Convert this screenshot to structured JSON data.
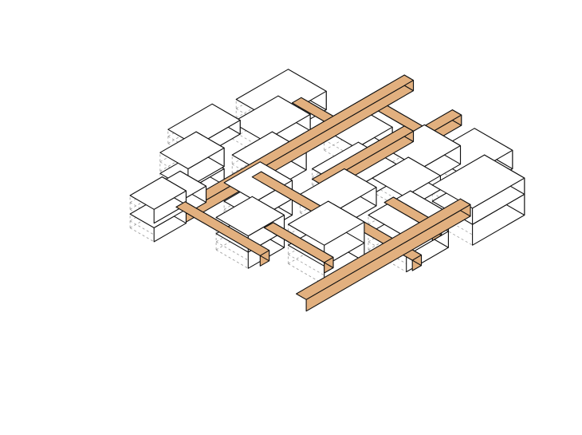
{
  "diagram": {
    "kind": "isometric-axonometric",
    "colors": {
      "background": "#ffffff",
      "box_fill": "#ffffff",
      "box_stroke": "#111111",
      "beam_fill": "#e2b07f",
      "beam_stroke": "#111111",
      "hidden_line": "#9a9a9a"
    },
    "boxes": [
      {
        "id": "b01",
        "x": 1.0,
        "y": 4.3,
        "z": 1.4,
        "w": 1.6,
        "d": 1.2,
        "h": 0.6
      },
      {
        "id": "b02",
        "x": 1.0,
        "y": 4.3,
        "z": 0.6,
        "w": 1.6,
        "d": 1.2,
        "h": 0.6
      },
      {
        "id": "b03",
        "x": 2.2,
        "y": 4.1,
        "z": 0.9,
        "w": 1.5,
        "d": 1.3,
        "h": 0.7
      },
      {
        "id": "b04",
        "x": 3.6,
        "y": 3.2,
        "z": 1.2,
        "w": 1.8,
        "d": 1.4,
        "h": 0.8
      },
      {
        "id": "b05",
        "x": 3.6,
        "y": 3.2,
        "z": 0.4,
        "w": 1.8,
        "d": 1.4,
        "h": 0.7
      },
      {
        "id": "b06",
        "x": 5.2,
        "y": 2.0,
        "z": 1.0,
        "w": 2.2,
        "d": 1.4,
        "h": 0.6
      },
      {
        "id": "b07",
        "x": 2.6,
        "y": 7.0,
        "z": 0.9,
        "w": 1.8,
        "d": 1.6,
        "h": 0.7
      },
      {
        "id": "b08",
        "x": 2.6,
        "y": 7.0,
        "z": 0.2,
        "w": 1.8,
        "d": 1.6,
        "h": 0.7
      },
      {
        "id": "b09",
        "x": 4.2,
        "y": 5.8,
        "z": 0.9,
        "w": 1.8,
        "d": 1.6,
        "h": 0.8
      },
      {
        "id": "b10",
        "x": 4.2,
        "y": 5.8,
        "z": 0.2,
        "w": 1.8,
        "d": 1.6,
        "h": 0.7
      },
      {
        "id": "b11",
        "x": 5.8,
        "y": 4.6,
        "z": 0.7,
        "w": 2.0,
        "d": 1.7,
        "h": 0.8
      },
      {
        "id": "b12",
        "x": 7.2,
        "y": 3.2,
        "z": 0.8,
        "w": 2.3,
        "d": 1.6,
        "h": 0.7
      },
      {
        "id": "b13",
        "x": 8.4,
        "y": 2.2,
        "z": 0.6,
        "w": 2.6,
        "d": 1.9,
        "h": 0.8
      },
      {
        "id": "b14",
        "x": 4.0,
        "y": 9.2,
        "z": 0.8,
        "w": 2.0,
        "d": 1.8,
        "h": 0.9
      },
      {
        "id": "b15",
        "x": 4.0,
        "y": 9.2,
        "z": 0.0,
        "w": 2.0,
        "d": 1.8,
        "h": 0.8
      },
      {
        "id": "b16",
        "x": 5.8,
        "y": 8.0,
        "z": 0.7,
        "w": 2.2,
        "d": 1.6,
        "h": 0.8
      },
      {
        "id": "b17",
        "x": 7.6,
        "y": 6.8,
        "z": 0.4,
        "w": 2.3,
        "d": 1.9,
        "h": 0.7
      },
      {
        "id": "b18",
        "x": 9.4,
        "y": 5.6,
        "z": 0.4,
        "w": 1.8,
        "d": 1.6,
        "h": 0.9
      },
      {
        "id": "b19",
        "x": 6.6,
        "y": 10.6,
        "z": 0.7,
        "w": 2.1,
        "d": 1.9,
        "h": 0.8
      },
      {
        "id": "b20",
        "x": 6.6,
        "y": 10.6,
        "z": 0.0,
        "w": 2.1,
        "d": 1.9,
        "h": 0.7
      },
      {
        "id": "b21",
        "x": 8.4,
        "y": 9.0,
        "z": 0.8,
        "w": 1.8,
        "d": 1.6,
        "h": 0.6
      },
      {
        "id": "b22",
        "x": 10.2,
        "y": 7.8,
        "z": 0.4,
        "w": 2.0,
        "d": 1.8,
        "h": 0.8
      },
      {
        "id": "b23",
        "x": 9.4,
        "y": 11.0,
        "z": 0.0,
        "w": 2.6,
        "d": 2.0,
        "h": 0.9
      },
      {
        "id": "b24",
        "x": 9.4,
        "y": 11.0,
        "z": 0.9,
        "w": 2.6,
        "d": 2.0,
        "h": 0.7
      },
      {
        "id": "b25",
        "x": 11.2,
        "y": 9.0,
        "z": 0.2,
        "w": 2.3,
        "d": 1.9,
        "h": 0.8
      }
    ],
    "beams": [
      {
        "id": "m01",
        "x": 0.2,
        "y": 6.0,
        "z": 1.6,
        "w": 12.8,
        "d": 0.45,
        "h": 0.45
      },
      {
        "id": "m02",
        "x": 1.8,
        "y": 5.8,
        "z": 1.4,
        "w": 0.45,
        "d": 4.2,
        "h": 0.45
      },
      {
        "id": "m03",
        "x": 2.2,
        "y": 11.4,
        "z": 0.2,
        "w": 8.2,
        "d": 0.5,
        "h": 0.5
      },
      {
        "id": "m04",
        "x": 5.0,
        "y": 6.4,
        "z": 1.4,
        "w": 0.45,
        "d": 3.6,
        "h": 0.45
      },
      {
        "id": "m05",
        "x": 6.6,
        "y": 7.8,
        "z": 1.2,
        "w": 4.6,
        "d": 0.45,
        "h": 0.45
      },
      {
        "id": "m06",
        "x": 6.0,
        "y": 9.0,
        "z": 0.8,
        "w": 0.45,
        "d": 4.4,
        "h": 0.45
      },
      {
        "id": "m07",
        "x": 8.6,
        "y": 5.4,
        "z": 1.0,
        "w": 4.2,
        "d": 0.45,
        "h": 0.45
      },
      {
        "id": "m08",
        "x": 9.6,
        "y": 3.8,
        "z": 1.0,
        "w": 0.45,
        "d": 3.4,
        "h": 0.45
      },
      {
        "id": "m09",
        "x": 10.6,
        "y": 8.0,
        "z": 0.9,
        "w": 2.8,
        "d": 0.45,
        "h": 0.45
      },
      {
        "id": "m10",
        "x": 11.8,
        "y": 5.8,
        "z": 0.6,
        "w": 0.45,
        "d": 3.8,
        "h": 0.45
      },
      {
        "id": "m11",
        "x": 3.0,
        "y": 9.0,
        "z": 1.5,
        "w": 0.45,
        "d": 3.0,
        "h": 0.45
      },
      {
        "id": "m12",
        "x": 7.6,
        "y": 10.4,
        "z": 1.0,
        "w": 0.45,
        "d": 2.4,
        "h": 0.45
      }
    ]
  }
}
